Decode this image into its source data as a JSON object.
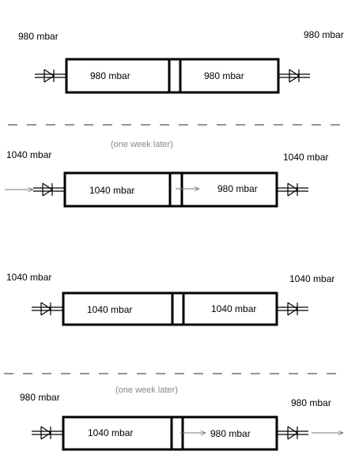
{
  "scenarios": [
    {
      "outside_left": "980 mbar",
      "outside_right": "980 mbar",
      "chamber_left": "980 mbar",
      "chamber_right": "980 mbar"
    },
    {
      "outside_left": "1040 mbar",
      "outside_right": "1040 mbar",
      "chamber_left": "1040 mbar",
      "chamber_right": "980 mbar"
    },
    {
      "outside_left": "1040 mbar",
      "outside_right": "1040 mbar",
      "chamber_left": "1040 mbar",
      "chamber_right": "1040 mbar"
    },
    {
      "outside_left": "980 mbar",
      "outside_right": "980 mbar",
      "chamber_left": "1040 mbar",
      "chamber_right": "980 mbar"
    }
  ],
  "notes": {
    "first": "(one week later)",
    "second": "(one week later)"
  }
}
